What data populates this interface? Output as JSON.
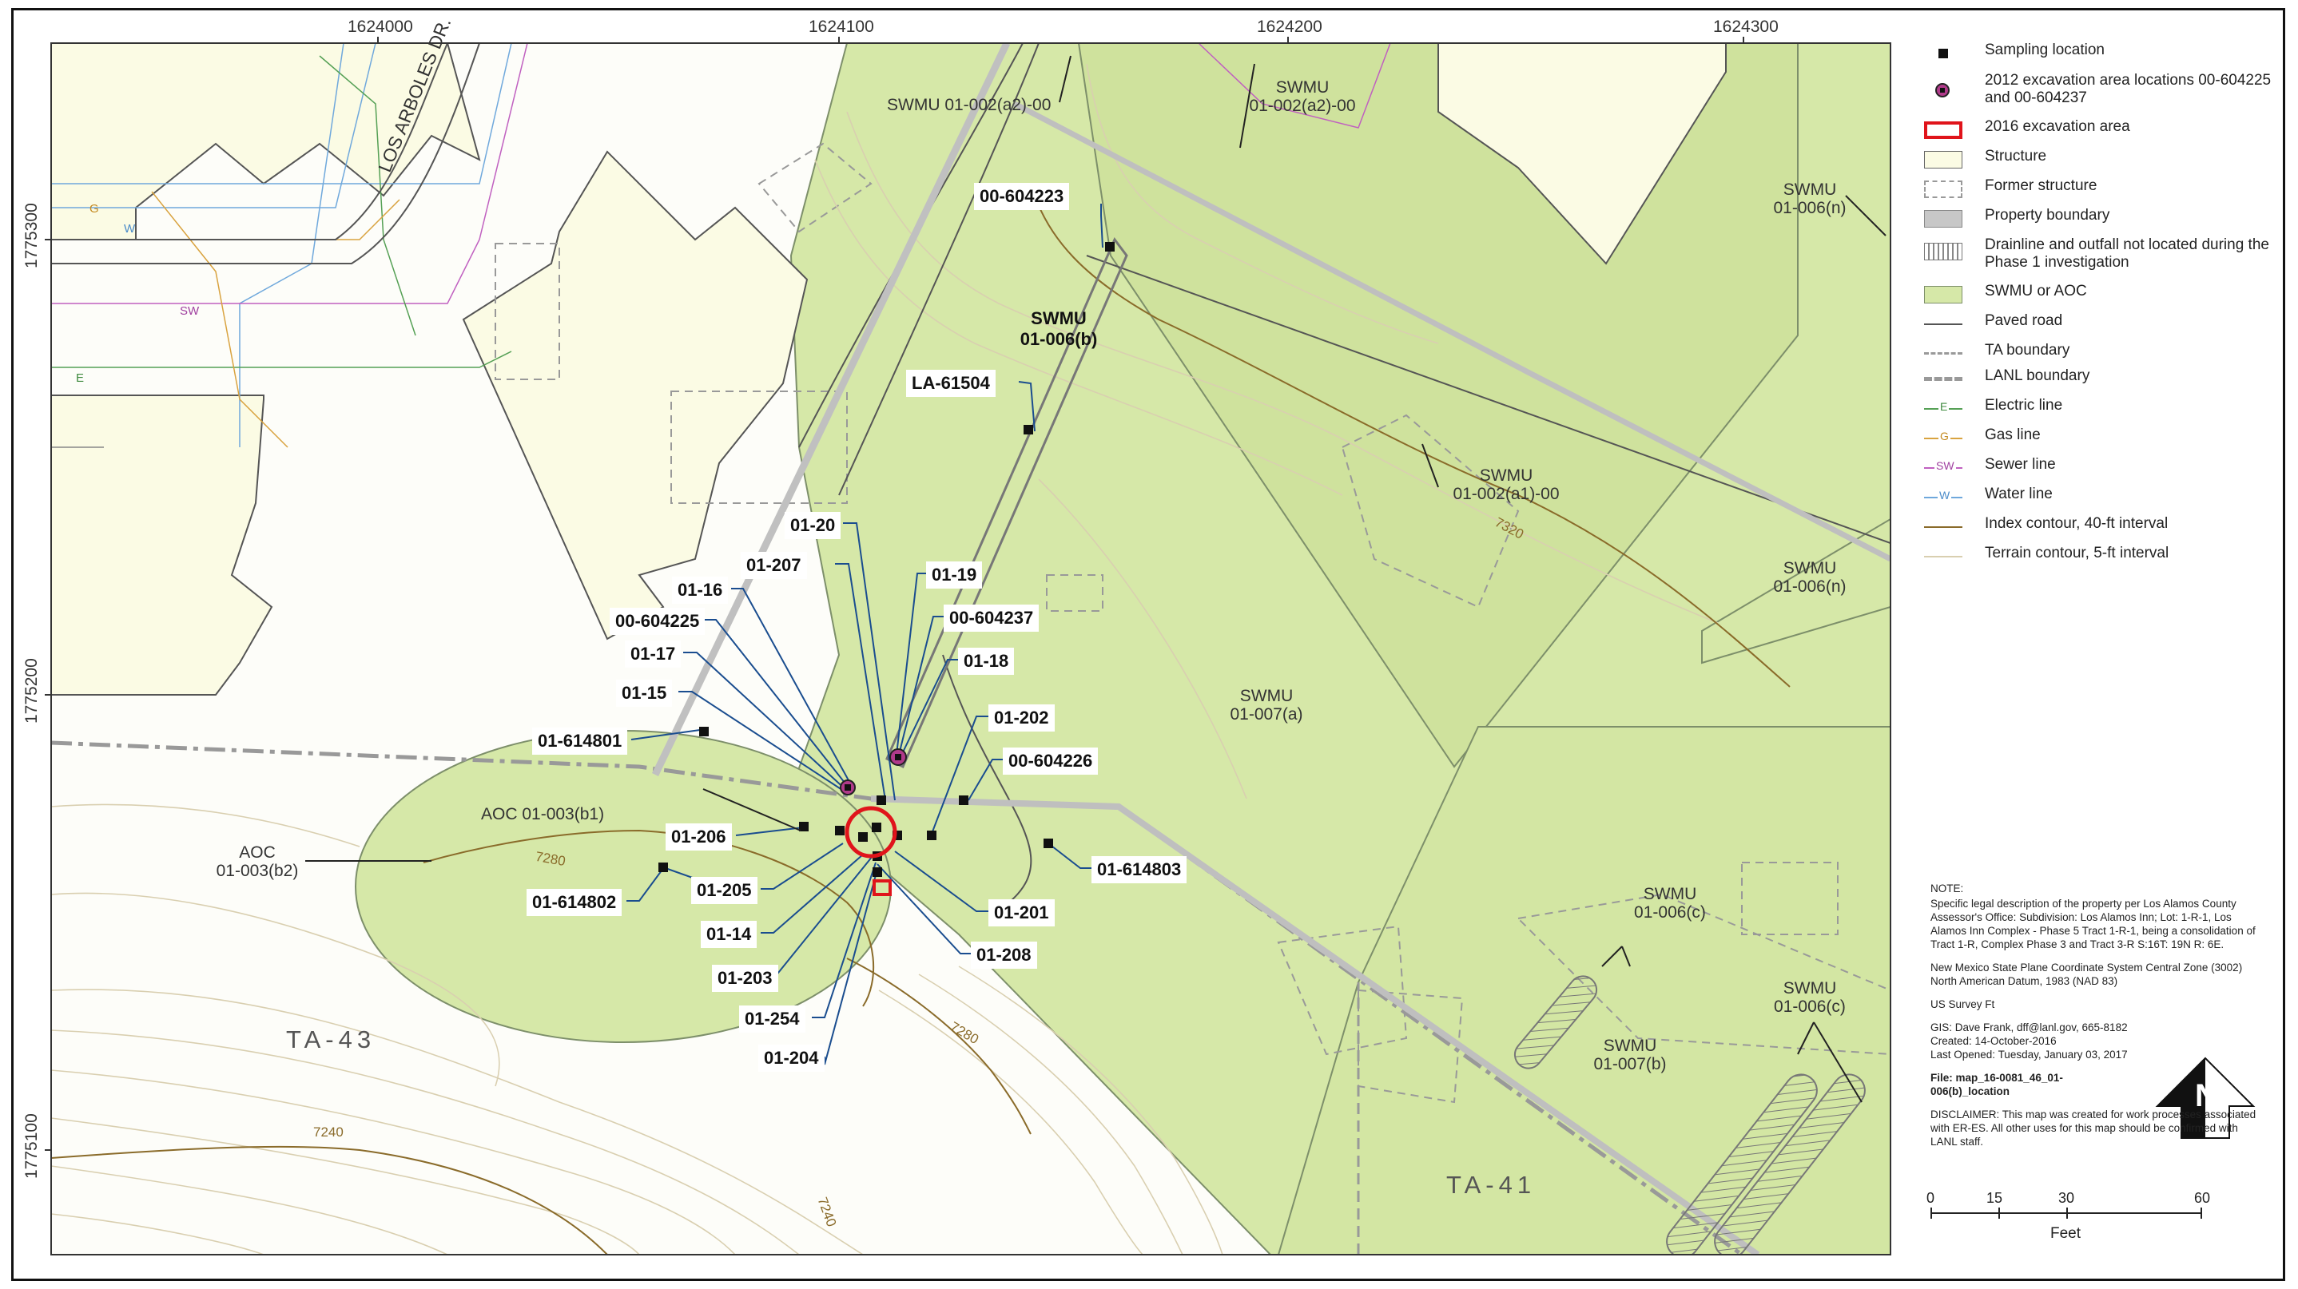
{
  "coordinates": {
    "eastings": [
      "1624000",
      "1624100",
      "1624200",
      "1624300"
    ],
    "northings": [
      "1775300",
      "1775200",
      "1775100"
    ]
  },
  "map_labels": {
    "road_name": "LOS ARBOLES DR.",
    "swmu_01_002_a2_00_left": "SWMU 01-002(a2)-00",
    "swmu_01_002_a2_00_right_l1": "SWMU",
    "swmu_01_002_a2_00_right_l2": "01-002(a2)-00",
    "swmu_01_006_n_top_l1": "SWMU",
    "swmu_01_006_n_top_l2": "01-006(n)",
    "swmu_01_006_b_l1": "SWMU",
    "swmu_01_006_b_l2": "01-006(b)",
    "swmu_01_002_a1_00_l1": "SWMU",
    "swmu_01_002_a1_00_l2": "01-002(a1)-00",
    "swmu_01_006_n_mid_l1": "SWMU",
    "swmu_01_006_n_mid_l2": "01-006(n)",
    "swmu_01_007_a_l1": "SWMU",
    "swmu_01_007_a_l2": "01-007(a)",
    "aoc_01_003_b1": "AOC 01-003(b1)",
    "aoc_01_003_b2_l1": "AOC",
    "aoc_01_003_b2_l2": "01-003(b2)",
    "swmu_01_006_c_a_l1": "SWMU",
    "swmu_01_006_c_a_l2": "01-006(c)",
    "swmu_01_006_c_b_l1": "SWMU",
    "swmu_01_006_c_b_l2": "01-006(c)",
    "swmu_01_007_b_l1": "SWMU",
    "swmu_01_007_b_l2": "01-007(b)",
    "ta_43": "TA-43",
    "ta_41": "TA-41"
  },
  "contour_labels": [
    "7320",
    "7280",
    "7280",
    "7240",
    "7240"
  ],
  "line_codes": {
    "electric": "E",
    "gas": "G",
    "sewer": "SW",
    "water": "W"
  },
  "sample_labels": {
    "s_00_604223": "00-604223",
    "s_la_61504": "LA-61504",
    "s_01_20": "01-20",
    "s_01_207": "01-207",
    "s_01_19": "01-19",
    "s_01_16": "01-16",
    "s_00_604237": "00-604237",
    "s_00_604225": "00-604225",
    "s_01_18": "01-18",
    "s_01_17": "01-17",
    "s_01_15": "01-15",
    "s_01_202": "01-202",
    "s_01_614801": "01-614801",
    "s_00_604226": "00-604226",
    "s_01_206": "01-206",
    "s_01_614803": "01-614803",
    "s_01_205": "01-205",
    "s_01_614802": "01-614802",
    "s_01_201": "01-201",
    "s_01_14": "01-14",
    "s_01_208": "01-208",
    "s_01_203": "01-203",
    "s_01_254": "01-254",
    "s_01_204": "01-204"
  },
  "legend": [
    {
      "symbol": "sampling-location",
      "text": "Sampling location"
    },
    {
      "symbol": "excavation-2012",
      "text": "2012 excavation area locations 00-604225 and 00-604237"
    },
    {
      "symbol": "excavation-2016",
      "text": "2016 excavation area"
    },
    {
      "symbol": "structure",
      "text": "Structure"
    },
    {
      "symbol": "former-structure",
      "text": "Former structure"
    },
    {
      "symbol": "property-boundary",
      "text": "Property boundary"
    },
    {
      "symbol": "drainline",
      "text": "Drainline and outfall not located during the Phase 1 investigation"
    },
    {
      "symbol": "swmu-aoc",
      "text": "SWMU or AOC"
    },
    {
      "symbol": "paved-road",
      "text": "Paved road"
    },
    {
      "symbol": "ta-boundary",
      "text": "TA boundary"
    },
    {
      "symbol": "lanl-boundary",
      "text": "LANL boundary"
    },
    {
      "symbol": "electric-line",
      "text": "Electric line"
    },
    {
      "symbol": "gas-line",
      "text": "Gas line"
    },
    {
      "symbol": "sewer-line",
      "text": "Sewer line"
    },
    {
      "symbol": "water-line",
      "text": "Water line"
    },
    {
      "symbol": "index-contour",
      "text": "Index contour, 40-ft interval"
    },
    {
      "symbol": "terrain-contour",
      "text": "Terrain contour, 5-ft interval"
    }
  ],
  "colors": {
    "swmu_fill": "#d6e8a8",
    "swmu_stroke": "#7d8f6a",
    "structure_fill": "#fbfbe4",
    "property_boundary": "#bfbfbf",
    "sample_leader": "#1a4d8f",
    "excavation_2016": "#e0141b",
    "index_contour": "#8a6b2a",
    "terrain_contour": "#d9cfb0"
  },
  "notes": {
    "note_title": "NOTE:",
    "note_text": "Specific legal description of the property per Los Alamos County Assessor's Office: Subdivision: Los Alamos Inn; Lot: 1-R-1, Los Alamos Inn Complex - Phase 5 Tract 1-R-1, being a consolidation of Tract 1-R, Complex Phase 3 and Tract 3-R S:16T: 19N R: 6E.",
    "projection": "New Mexico State Plane Coordinate System Central Zone (3002) North American Datum, 1983 (NAD 83)",
    "units": "US Survey Ft",
    "gis": "GIS: Dave Frank, dff@lanl.gov, 665-8182",
    "created": "Created: 14-October-2016",
    "last_opened": "Last Opened: Tuesday, January 03, 2017",
    "file": "File: map_16-0081_46_01-006(b)_location",
    "disclaimer": "DISCLAIMER: This map was created for work processes associated with ER-ES. All other uses for this map should be confirmed with LANL staff."
  },
  "north_arrow": "N",
  "scale": {
    "ticks": [
      "0",
      "15",
      "30",
      "60"
    ],
    "unit": "Feet"
  }
}
